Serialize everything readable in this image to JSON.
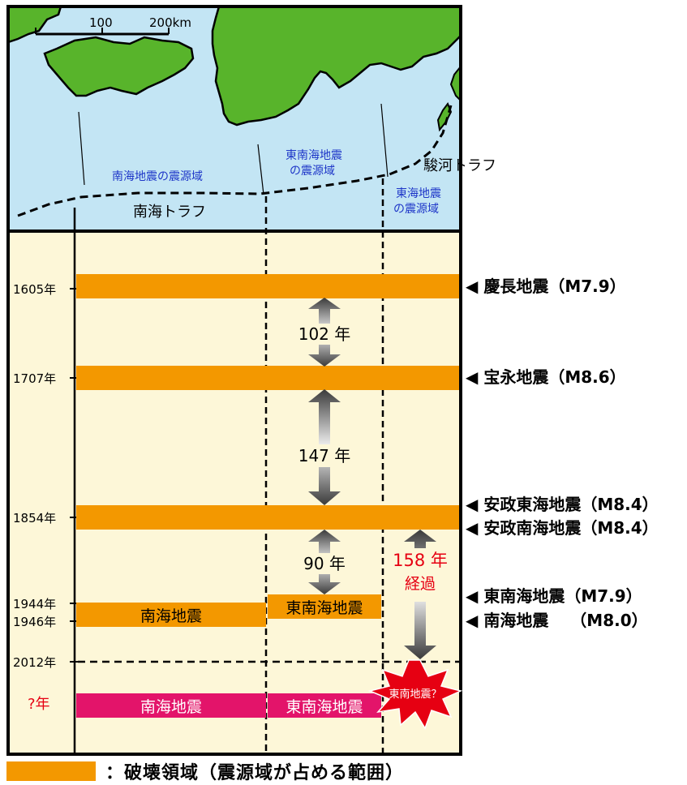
{
  "colors": {
    "sea": "#c3e5f4",
    "land": "#58b42b",
    "panel": "#fdf7d8",
    "rupture": "#f39800",
    "future": "#e3146a",
    "region_text": "#1e36c8",
    "warning": "#e60012",
    "burst": "#e60012"
  },
  "map": {
    "scale_100": "100",
    "scale_200": "200km",
    "nankai_region": "南海地震の震源域",
    "tonankai_region_1": "東南海地震",
    "tonankai_region_2": "の震源域",
    "tokai_region_1": "東海地震",
    "tokai_region_2": "の震源域",
    "suruga_trough": "駿河トラフ",
    "nankai_trough": "南海トラフ"
  },
  "timeline": {
    "years": {
      "y1605": "1605年",
      "y1707": "1707年",
      "y1854": "1854年",
      "y1944": "1944年",
      "y1946": "1946年",
      "y2012": "2012年",
      "unknown": "?年"
    },
    "intervals": {
      "i102": "102 年",
      "i147": "147 年",
      "i90": "90 年",
      "elapsed_1": "158 年",
      "elapsed_2": "経過"
    },
    "bars": {
      "nankai_1946": "南海地震",
      "tonankai_1944": "東南海地震",
      "future_nankai": "南海地震",
      "future_tonankai": "東南海地震",
      "future_tokai": "東南地震？"
    }
  },
  "events": {
    "keicho": "◀ 慶長地震（M7.9）",
    "hoei": "◀ 宝永地震（M8.6）",
    "ansei_tokai": "◀ 安政東海地震（M8.4）",
    "ansei_nankai": "◀ 安政南海地震（M8.4）",
    "tonankai": "◀ 東南海地震（M7.9）",
    "nankai": "◀ 南海地震　 （M8.0）"
  },
  "legend": {
    "text": "：破壊領域（震源域が占める範囲）"
  }
}
